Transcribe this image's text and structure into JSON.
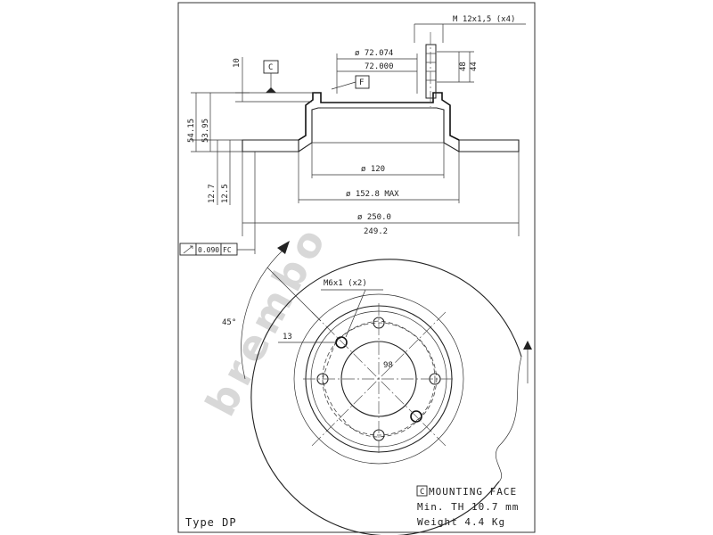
{
  "watermark": {
    "text": "brembo"
  },
  "dimensions": {
    "thread": "M 12x1,5 (x4)",
    "bore_outer": "ø 72.074",
    "bore_inner": "72.000",
    "stud_length_a": "48",
    "stud_length_b": "44",
    "hub_offset": "10",
    "height_a": "54.15",
    "height_b": "53.95",
    "thickness_a": "12.7",
    "thickness_b": "12.5",
    "hub_diameter": "ø 120",
    "friction_inner": "ø 152.8 MAX",
    "disc_outer": "ø 250.0",
    "disc_outer_min": "249.2",
    "datum_c": "C",
    "datum_f": "F",
    "runout_value": "0.090",
    "runout_ref": "FC",
    "threaded_holes": "M6x1 (x2)",
    "angle": "45°",
    "hole_dim": "13",
    "pcd": "98"
  },
  "notes": {
    "mounting_face_symbol": "C",
    "mounting_face": "MOUNTING FACE",
    "min_thickness": "Min. TH 10.7 mm",
    "weight": "Weight  4.4 Kg",
    "type": "Type DP"
  }
}
